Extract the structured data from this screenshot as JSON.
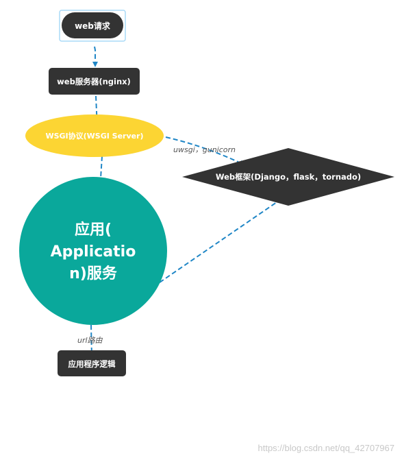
{
  "nodes": {
    "web_request": "web请求",
    "web_server": "web服务器(nginx)",
    "wsgi_protocol": "WSGI协议(WSGI Server)",
    "web_framework": "Web框架(Django，flask，tornado)",
    "application_service": [
      "应用(",
      "Applicatio",
      "n)服务"
    ],
    "app_logic": "应用程序逻辑"
  },
  "edge_labels": {
    "wsgi_to_framework": "uwsgi，gunicorn",
    "app_to_logic": "url路由"
  },
  "watermark": "https://blog.csdn.net/qq_42707967",
  "colors": {
    "dark_node": "#333333",
    "wsgi_ellipse": "#fcd533",
    "app_circle": "#0aa89b",
    "edge": "#1f86c6",
    "selection_border": "#a9daf7"
  }
}
